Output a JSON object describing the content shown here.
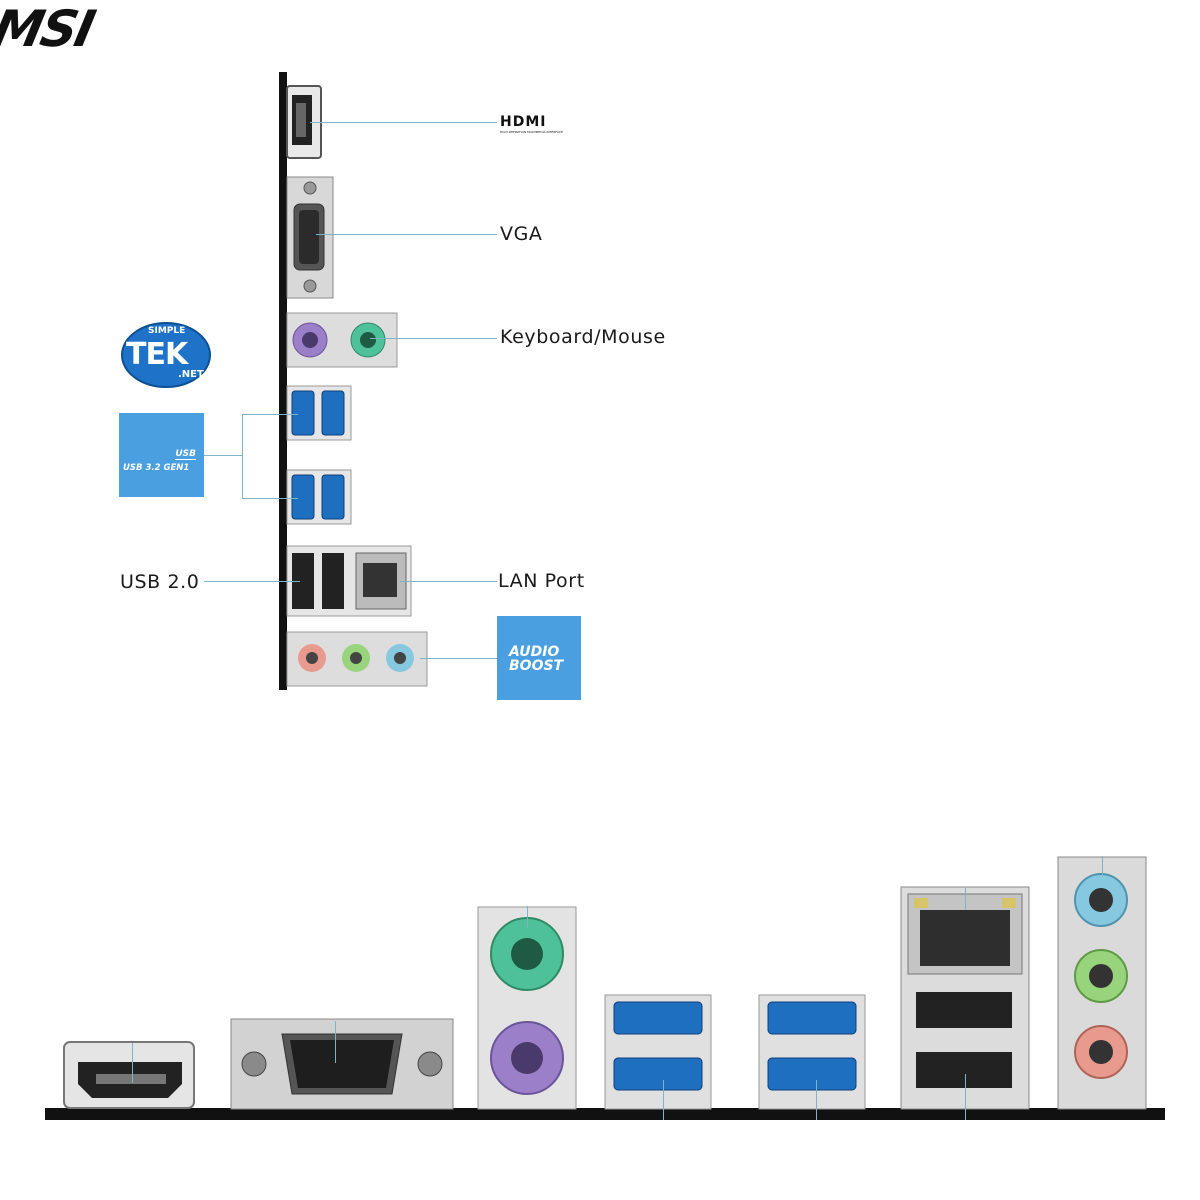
{
  "brand": {
    "logo_text": "MSI"
  },
  "side_panel": {
    "hdmi_logo": "HDMI",
    "hdmi_tagline": "HIGH-DEFINITION MULTIMEDIA INTERFACE",
    "vga_label": "VGA",
    "ps2_label": "Keyboard/Mouse",
    "usb_badge_small": "USB",
    "usb_badge_text": "USB 3.2 GEN1",
    "usb2_label": "USB 2.0",
    "lan_label": "LAN Port",
    "audio_badge_line1": "AUDIO",
    "audio_badge_line2": "BOOST"
  },
  "watermark": {
    "line1": "SIMPLE",
    "line2": "TEK",
    "line3": ".NET"
  },
  "colors": {
    "leader_line": "#7fb3c6",
    "badge_blue": "#4a9fe0",
    "ps2_purple": "#9b7fc9",
    "ps2_green": "#4fc19a",
    "usb3_blue": "#1f6fc1",
    "audio_pink": "#e89a8f",
    "audio_green": "#98d47c",
    "audio_blue": "#86c8e0"
  }
}
